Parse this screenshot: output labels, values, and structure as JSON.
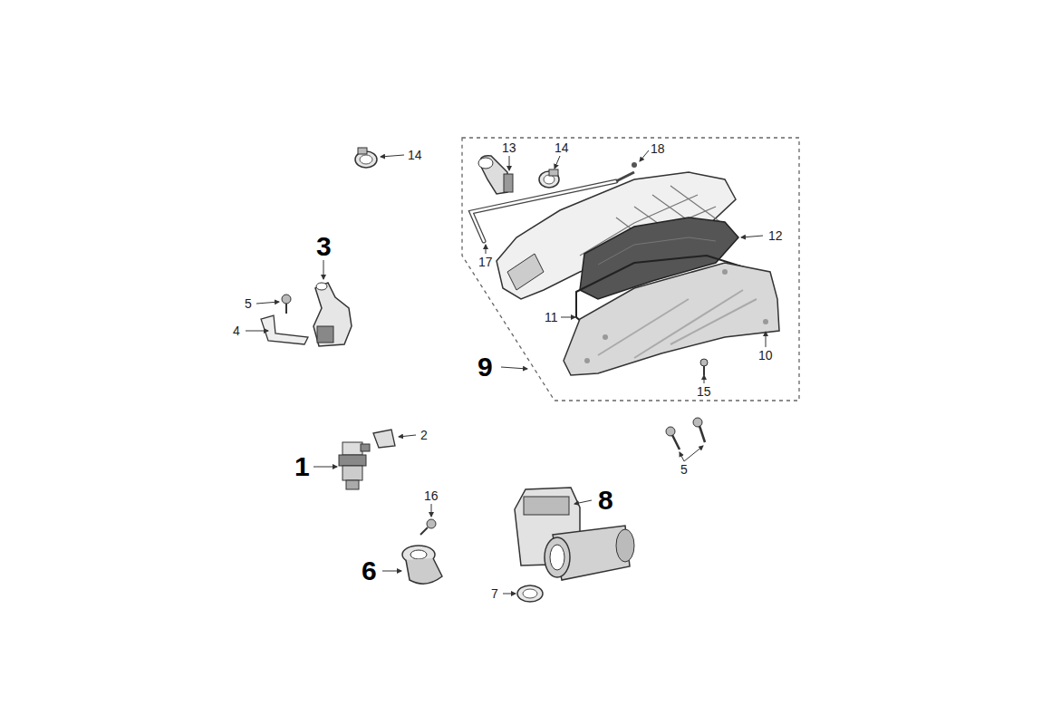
{
  "diagram": {
    "labels": [
      "14",
      "13",
      "14",
      "18",
      "3",
      "12",
      "17",
      "5",
      "4",
      "11",
      "9",
      "10",
      "15",
      "2",
      "1",
      "5",
      "16",
      "8",
      "6",
      "7"
    ]
  }
}
